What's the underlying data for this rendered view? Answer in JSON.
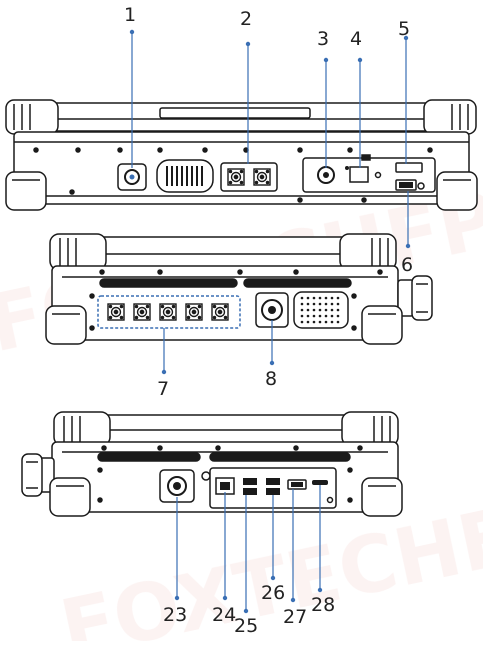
{
  "watermark": "FOXTECHFPV",
  "colors": {
    "line": "#1a1a1a",
    "fill": "#ffffff",
    "dark": "#222222",
    "accent": "#3a6fb4",
    "watermark": "#e9a39b"
  },
  "callouts": {
    "c1": "1",
    "c2": "2",
    "c3": "3",
    "c4": "4",
    "c5": "5",
    "c6": "6",
    "c7": "7",
    "c8": "8",
    "c23": "23",
    "c24": "24",
    "c25": "25",
    "c26": "26",
    "c27": "27",
    "c28": "28"
  }
}
